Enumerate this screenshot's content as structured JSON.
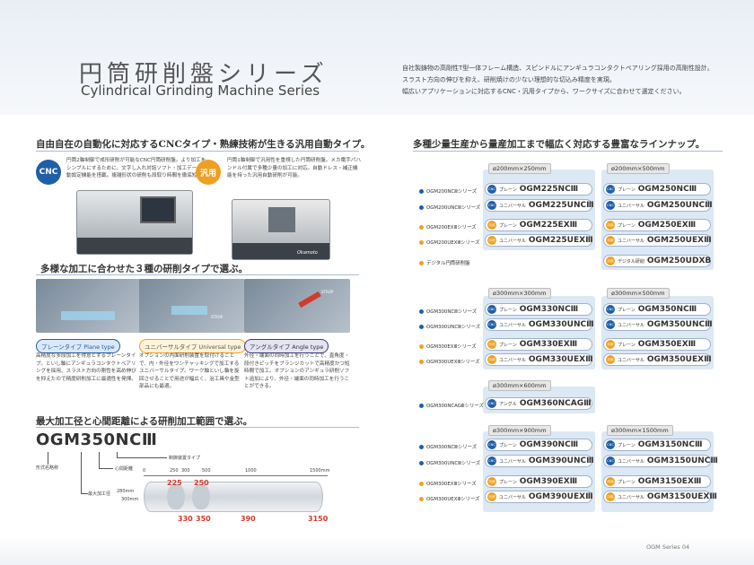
{
  "header": {
    "title_jp": "円筒研削盤シリーズ",
    "title_en": "Cylindrical Grinding Machine Series",
    "intro": [
      "自社製鋳物の高剛性T型一体フレーム構造、スピンドルにアンギュラコンタクトベアリング採用の高剛性設計。",
      "スラスト方向の伸びを抑え、研削焼けの少ない理想的な切込み精度を実現。",
      "幅広いアプリケーションに対応するCNC・汎用タイプから、ワークサイズに合わせて選定ください。"
    ]
  },
  "left": {
    "sec1_title": "自由自在の自動化に対応するCNCタイプ・熟練技術が生きる汎用自動タイプ。",
    "cnc_badge": "CNC",
    "cnc_text": "円筒2軸制御で成形研削が可能なCNC円筒研削盤。より加工をシンプルにするために、文字し入れ対話ソフト・加工データ自動設定機能を搭載。複雑形状の研削も段取り時間を徹底短縮。",
    "manual_badge": "汎用",
    "manual_text": "円筒1軸制御で汎用性を重視した円筒研削盤。メカ電手パハンドル付属で多種少量の加工に対応。自動ドレス・補正機能を持った汎用自動研削が可能。",
    "machine_brand": "Okamoto",
    "sec2_title": "多様な加工に合わせた３種の研削タイプで選ぶ。",
    "panel_tag": "STROP",
    "types": [
      {
        "label": "プレーンタイプ Plane type",
        "text": "高精度な多段加工を得意とするプレーンタイプ。といし軸にアンギュラコンタクトベアリングを採用、スラスト方向の剛性を高め伸びを抑えたので精度研削加工に最適性を発揮。"
      },
      {
        "label": "ユニバーサルタイプ Universal type",
        "text": "オプションの内面研削装置を取付けることで、内・外径をワンチャッキングで加工するユニバーサルタイプ。ワーク軸といし軸を旋回させることで用途が幅広く、治工具や金型部品にも最適。"
      },
      {
        "label": "アングルタイプ Angle type",
        "text": "外径・端面の同時加工を行うことで、直角度・段付きピッチをプランジカットで高精度かつ短時間で加工。オプションのアンギュラ研削ソフト追加により、外径・端面の同時加工を行うことができる。"
      }
    ],
    "sec3_title": "最大加工径と心間距離による研削加工範囲で選ぶ。",
    "model": "OGM350NCⅢ",
    "callouts": {
      "type": "制御装置タイプ",
      "center": "心間距離",
      "model_name": "形式名略称",
      "max_dia": "最大加工径"
    },
    "scale": [
      "0",
      "250",
      "300",
      "500",
      "1000",
      "1500mm"
    ],
    "dia_labels": [
      "280mm",
      "300mm"
    ],
    "red_top": [
      "225",
      "250"
    ],
    "red_bottom": [
      "330",
      "350",
      "390",
      "3150"
    ]
  },
  "right": {
    "sec_title": "多種少量生産から量産加工まで幅広く対応する豊富なラインナップ。",
    "tag_plane": "プレーン",
    "tag_univ": "ユニバーサル",
    "tag_angle": "アングル",
    "tag_digital": "デジタル研削",
    "cnc_short": "CNC",
    "manual_short": "汎用",
    "groups": [
      {
        "spec_a": "ø200mm×250mm",
        "spec_b": "ø200mm×500mm",
        "rows": [
          {
            "series": "OGM200NCⅢシリーズ",
            "a": "OGM225NCⅢ",
            "b": "OGM250NCⅢ"
          },
          {
            "series": "OGM200UNCⅢシリーズ",
            "a": "OGM225UNCⅢ",
            "b": "OGM250UNCⅢ"
          },
          {
            "series": "OGM200EXⅢシリーズ",
            "a": "OGM225EXⅢ",
            "b": "OGM250EXⅢ"
          },
          {
            "series": "OGM200UEXⅢシリーズ",
            "a": "OGM225UEXⅢ",
            "b": "OGM250UEXⅢ"
          },
          {
            "series": "デジタル円筒研削盤",
            "a": "",
            "b": "OGM250UDXB"
          }
        ]
      },
      {
        "spec_a": "ø300mm×300mm",
        "spec_b": "ø300mm×500mm",
        "rows": [
          {
            "series": "OGM300NCⅢシリーズ",
            "a": "OGM330NCⅢ",
            "b": "OGM350NCⅢ"
          },
          {
            "series": "OGM300UNCⅢシリーズ",
            "a": "OGM330UNCⅢ",
            "b": "OGM350UNCⅢ"
          },
          {
            "series": "OGM300EXⅢシリーズ",
            "a": "OGM330EXⅢ",
            "b": "OGM350EXⅢ"
          },
          {
            "series": "OGM300UEXⅢシリーズ",
            "a": "OGM330UEXⅢ",
            "b": "OGM350UEXⅢ"
          }
        ]
      },
      {
        "spec_a": "ø300mm×600mm",
        "rows": [
          {
            "series": "OGM300NCAGⅢシリーズ",
            "a": "OGM360NCAGⅢ"
          }
        ]
      },
      {
        "spec_a": "ø300mm×900mm",
        "spec_b": "ø300mm×1500mm",
        "rows": [
          {
            "series": "OGM300NCⅢシリーズ",
            "a": "OGM390NCⅢ",
            "b": "OGM3150NCⅢ"
          },
          {
            "series": "OGM300UNCⅢシリーズ",
            "a": "OGM390UNCⅢ",
            "b": "OGM3150UNCⅢ"
          },
          {
            "series": "OGM300EXⅢシリーズ",
            "a": "OGM390EXⅢ",
            "b": "OGM3150EXⅢ"
          },
          {
            "series": "OGM300UEXⅢシリーズ",
            "a": "OGM390UEXⅢ",
            "b": "OGM3150UEXⅢ"
          }
        ]
      }
    ]
  },
  "footer": "OGM Series 04",
  "colors": {
    "cnc_blue": "#1f5fa8",
    "manual_orange": "#f0a020",
    "accent_red": "#d23b2b"
  }
}
